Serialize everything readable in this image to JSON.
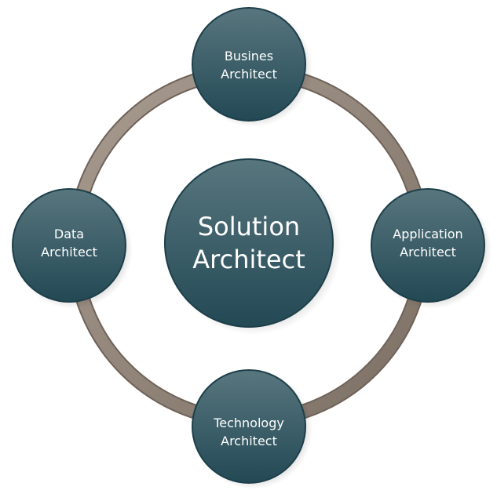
{
  "diagram": {
    "center": {
      "line1": "Solution",
      "line2": "Architect"
    },
    "nodes": {
      "top": {
        "line1": "Busines",
        "line2": "Architect"
      },
      "right": {
        "line1": "Application",
        "line2": "Architect"
      },
      "bottom": {
        "line1": "Technology",
        "line2": "Architect"
      },
      "left": {
        "line1": "Data",
        "line2": "Architect"
      }
    }
  },
  "colors": {
    "ring_outer": "#7a6d62",
    "ring_inner": "#a69a8f",
    "node_fill_top": "#58767e",
    "node_fill_bottom": "#234955",
    "node_stroke": "#1d3f49",
    "text": "#ffffff"
  }
}
